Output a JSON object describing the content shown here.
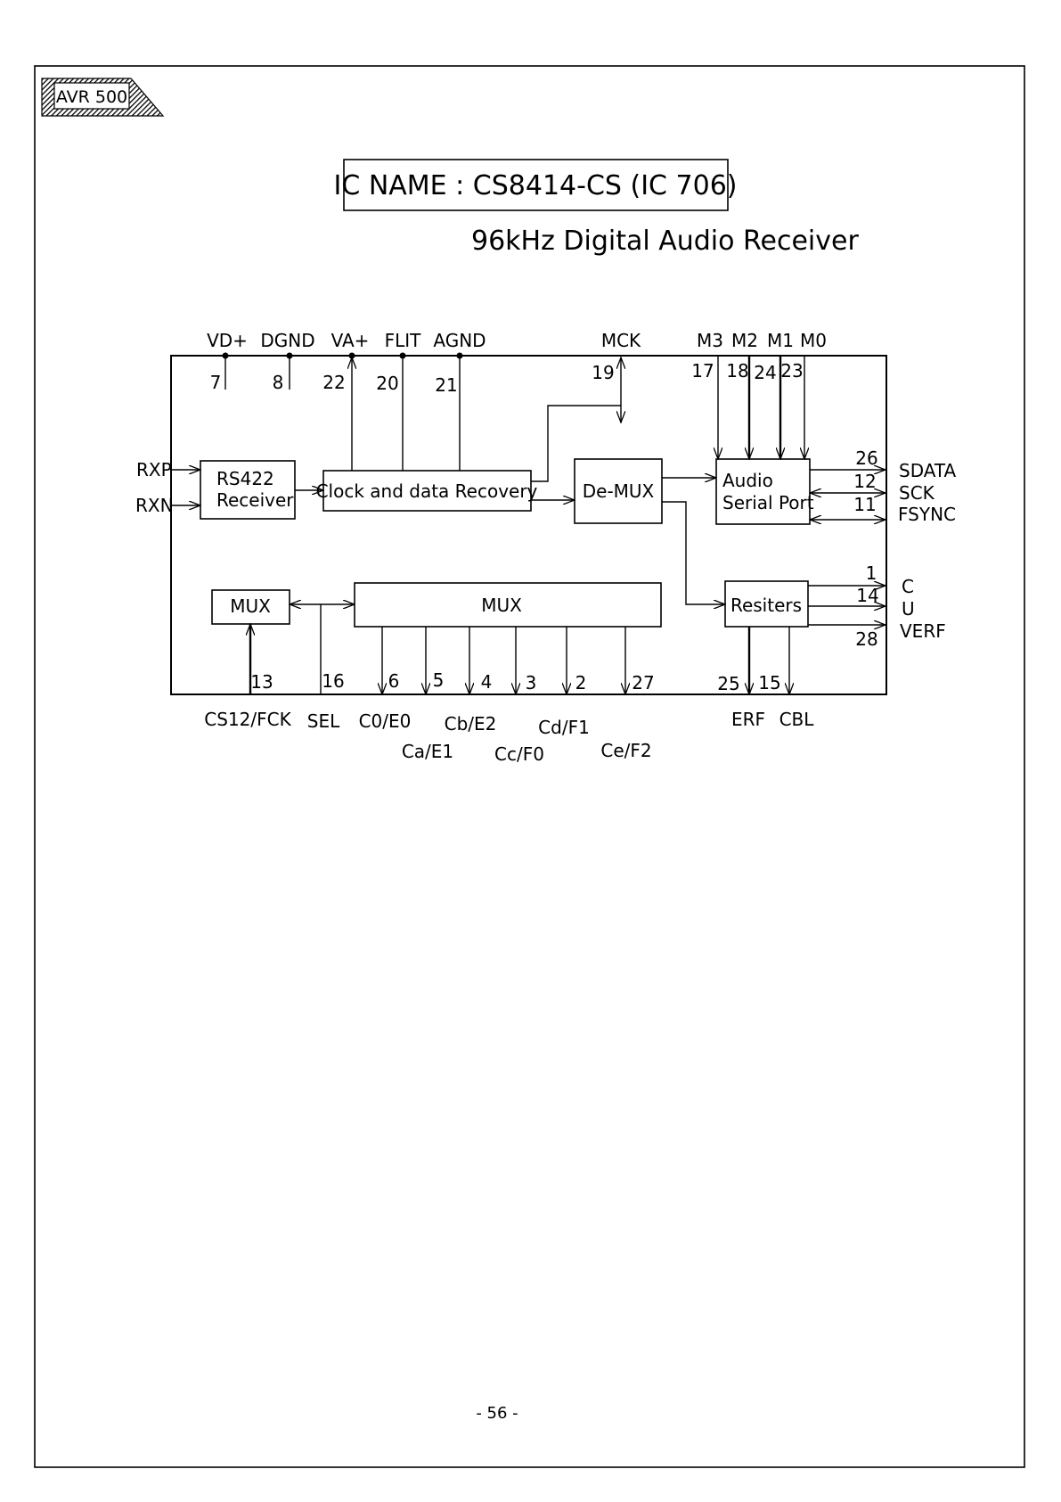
{
  "header": {
    "model_badge": "AVR 500",
    "ic_name": "IC NAME : CS8414-CS (IC 706)",
    "subtitle": "96kHz Digital Audio Receiver"
  },
  "blocks": {
    "rs422_line1": "RS422",
    "rs422_line2": "Receiver",
    "clock_recovery": "Clock and data Recovery",
    "demux": "De-MUX",
    "audio_line1": "Audio",
    "audio_line2": "Serial Port",
    "resiters": "Resiters",
    "mux_small": "MUX",
    "mux_big": "MUX"
  },
  "top_signals": {
    "vd": "VD+",
    "dgnd": "DGND",
    "va": "VA+",
    "flit": "FLIT",
    "agnd": "AGND",
    "mck": "MCK",
    "m3": "M3",
    "m2": "M2",
    "m1": "M1",
    "m0": "M0"
  },
  "top_pins": {
    "vd": "7",
    "dgnd": "8",
    "va": "22",
    "flit": "20",
    "agnd": "21",
    "mck": "19",
    "m3": "17",
    "m2": "18",
    "m1": "24",
    "m0": "23"
  },
  "left_signals": {
    "rxp": "RXP",
    "rxn": "RXN"
  },
  "right_signals": {
    "sdata": "SDATA",
    "sck": "SCK",
    "fsync": "FSYNC",
    "c": "C",
    "u": "U",
    "verf": "VERF"
  },
  "right_pins": {
    "sdata": "26",
    "sck": "12",
    "fsync": "11",
    "c": "1",
    "u": "14",
    "verf": "28"
  },
  "bottom_pins": {
    "cs12": "13",
    "sel": "16",
    "c0": "6",
    "ca": "5",
    "cb": "4",
    "cc": "3",
    "cd": "2",
    "ce": "27",
    "erf": "25",
    "cbl": "15"
  },
  "bottom_signals": {
    "cs12": "CS12/FCK",
    "sel": "SEL",
    "c0": "C0/E0",
    "ca": "Ca/E1",
    "cb": "Cb/E2",
    "cc": "Cc/F0",
    "cd": "Cd/F1",
    "ce": "Ce/F2",
    "erf": "ERF",
    "cbl": "CBL"
  },
  "footer": {
    "page_number": "- 56 -"
  }
}
